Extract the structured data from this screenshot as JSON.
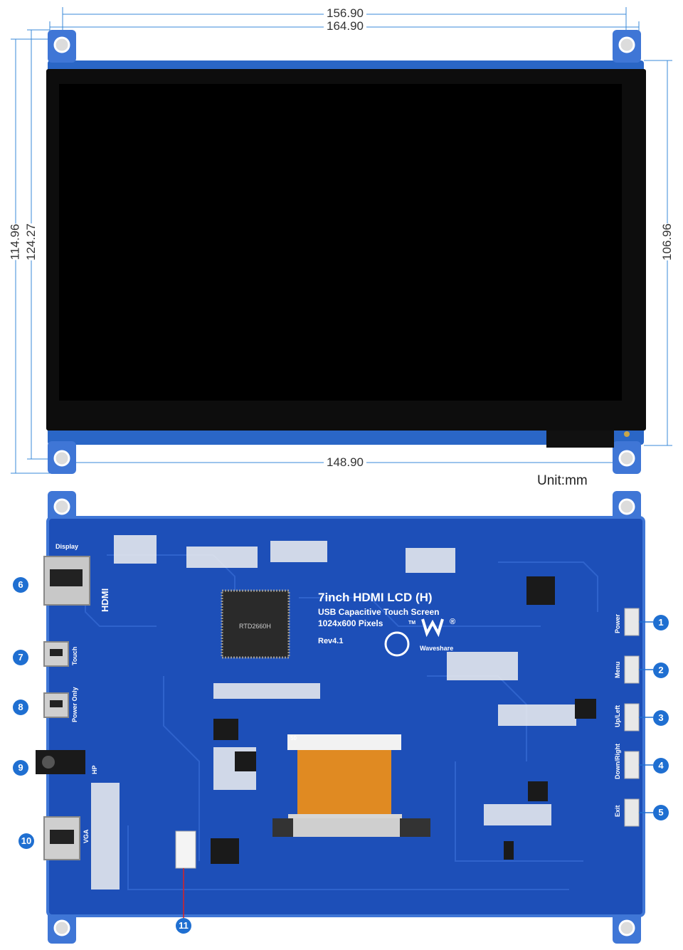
{
  "dimensions": {
    "inner_width": "156.90",
    "outer_width": "164.90",
    "bottom_width": "148.90",
    "left_inner_height": "114.96",
    "left_outer_height": "124.27",
    "right_height": "106.96",
    "unit_label": "Unit:mm"
  },
  "board": {
    "title": "7inch HDMI LCD (H)",
    "subtitle": "USB Capacitive Touch Screen",
    "resolution": "1024x600 Pixels",
    "revision": "Rev4.1",
    "brand": "Waveshare",
    "chip_text": "RTD2660H",
    "tm": "TM",
    "registered": "®"
  },
  "port_labels": {
    "display": "Display",
    "hdmi": "HDMI",
    "touch": "Touch",
    "power_only": "Power Only",
    "hp": "HP",
    "vga": "VGA",
    "fpc_pin": "50"
  },
  "button_labels": [
    "Power",
    "Menu",
    "Up/Left",
    "Down/Right",
    "Exit"
  ],
  "callouts": [
    "1",
    "2",
    "3",
    "4",
    "5",
    "6",
    "7",
    "8",
    "9",
    "10",
    "11"
  ],
  "colors": {
    "pcb_blue": "#1d4fb8",
    "pcb_edge": "#3f76d6",
    "screen": "#000000",
    "callout": "#1f6fd1"
  }
}
